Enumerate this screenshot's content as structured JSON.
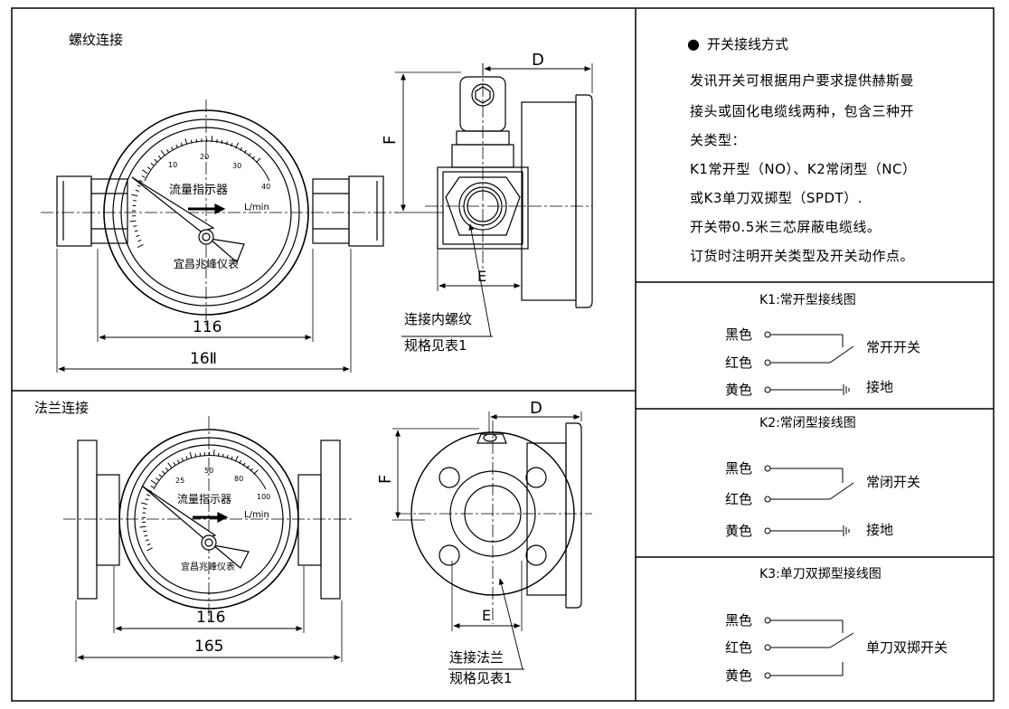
{
  "left_panel": {
    "top": {
      "title": "螺纹连接",
      "gauge": {
        "ticks": [
          "10",
          "20",
          "30",
          "40"
        ],
        "title": "流量指示器",
        "unit": "L/min",
        "maker": "宜昌兆峰仪表"
      },
      "dims": {
        "inner": "116",
        "outer": "16Ⅱ",
        "D": "D",
        "F": "F",
        "E": "E"
      },
      "callout": [
        "连接内螺纹",
        "规格见表1"
      ]
    },
    "bottom": {
      "title": "法兰连接",
      "gauge": {
        "ticks": [
          "25",
          "50",
          "80",
          "100"
        ],
        "title": "流量指示器",
        "unit": "L/min",
        "maker": "宜昌兆峰仪表"
      },
      "dims": {
        "inner": "116",
        "outer": "165",
        "D": "D",
        "F": "F",
        "E": "E"
      },
      "callout": [
        "连接法兰",
        "规格见表1"
      ]
    }
  },
  "right_panel": {
    "wiring": {
      "title": "开关接线方式",
      "bullet": "●",
      "lines": [
        "发讯开关可根据用户要求提供赫斯曼",
        "接头或固化电缆线两种，包含三种开",
        "关类型：",
        "K1常开型（NO）、K2常闭型（NC）",
        "或K3单刀双掷型（SPDT）.",
        "开关带0.5米三芯屏蔽电缆线。",
        "订货时注明开关类型及开关动作点。"
      ]
    },
    "k1": {
      "title": "K1:常开型接线图",
      "wires": [
        "黑色",
        "红色",
        "黄色"
      ],
      "switch": "常开开关",
      "ground": "接地"
    },
    "k2": {
      "title": "K2:常闭型接线图",
      "wires": [
        "黑色",
        "红色",
        "黄色"
      ],
      "switch": "常闭开关",
      "ground": "接地"
    },
    "k3": {
      "title": "K3:单刀双掷型接线图",
      "wires": [
        "黑色",
        "红色",
        "黄色"
      ],
      "switch": "单刀双掷开关"
    }
  }
}
